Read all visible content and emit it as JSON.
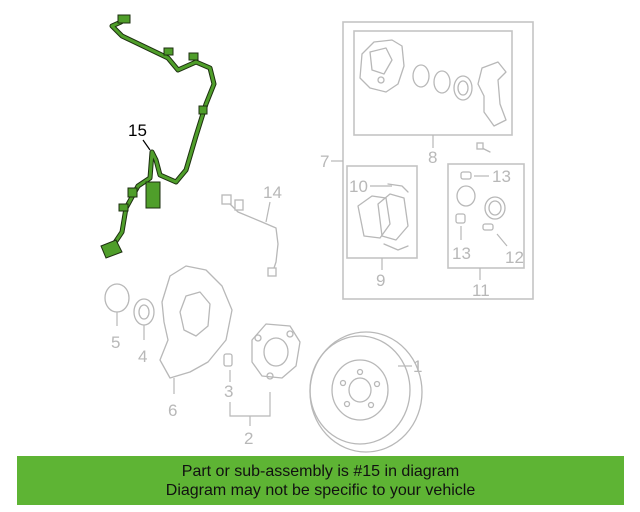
{
  "diagram": {
    "highlighted_part": "15",
    "highlight_color": "#3f8a1f",
    "ghost_color": "#b8b8b8",
    "callouts": {
      "c1": "1",
      "c2": "2",
      "c3": "3",
      "c4": "4",
      "c5": "5",
      "c6": "6",
      "c7": "7",
      "c8": "8",
      "c9": "9",
      "c10": "10",
      "c11": "11",
      "c12": "12",
      "c13a": "13",
      "c13b": "13",
      "c14": "14",
      "c15": "15"
    }
  },
  "banner": {
    "line1": "Part or sub-assembly is #15 in diagram",
    "line2": "Diagram may not be specific to your vehicle",
    "background": "#5eb434"
  }
}
